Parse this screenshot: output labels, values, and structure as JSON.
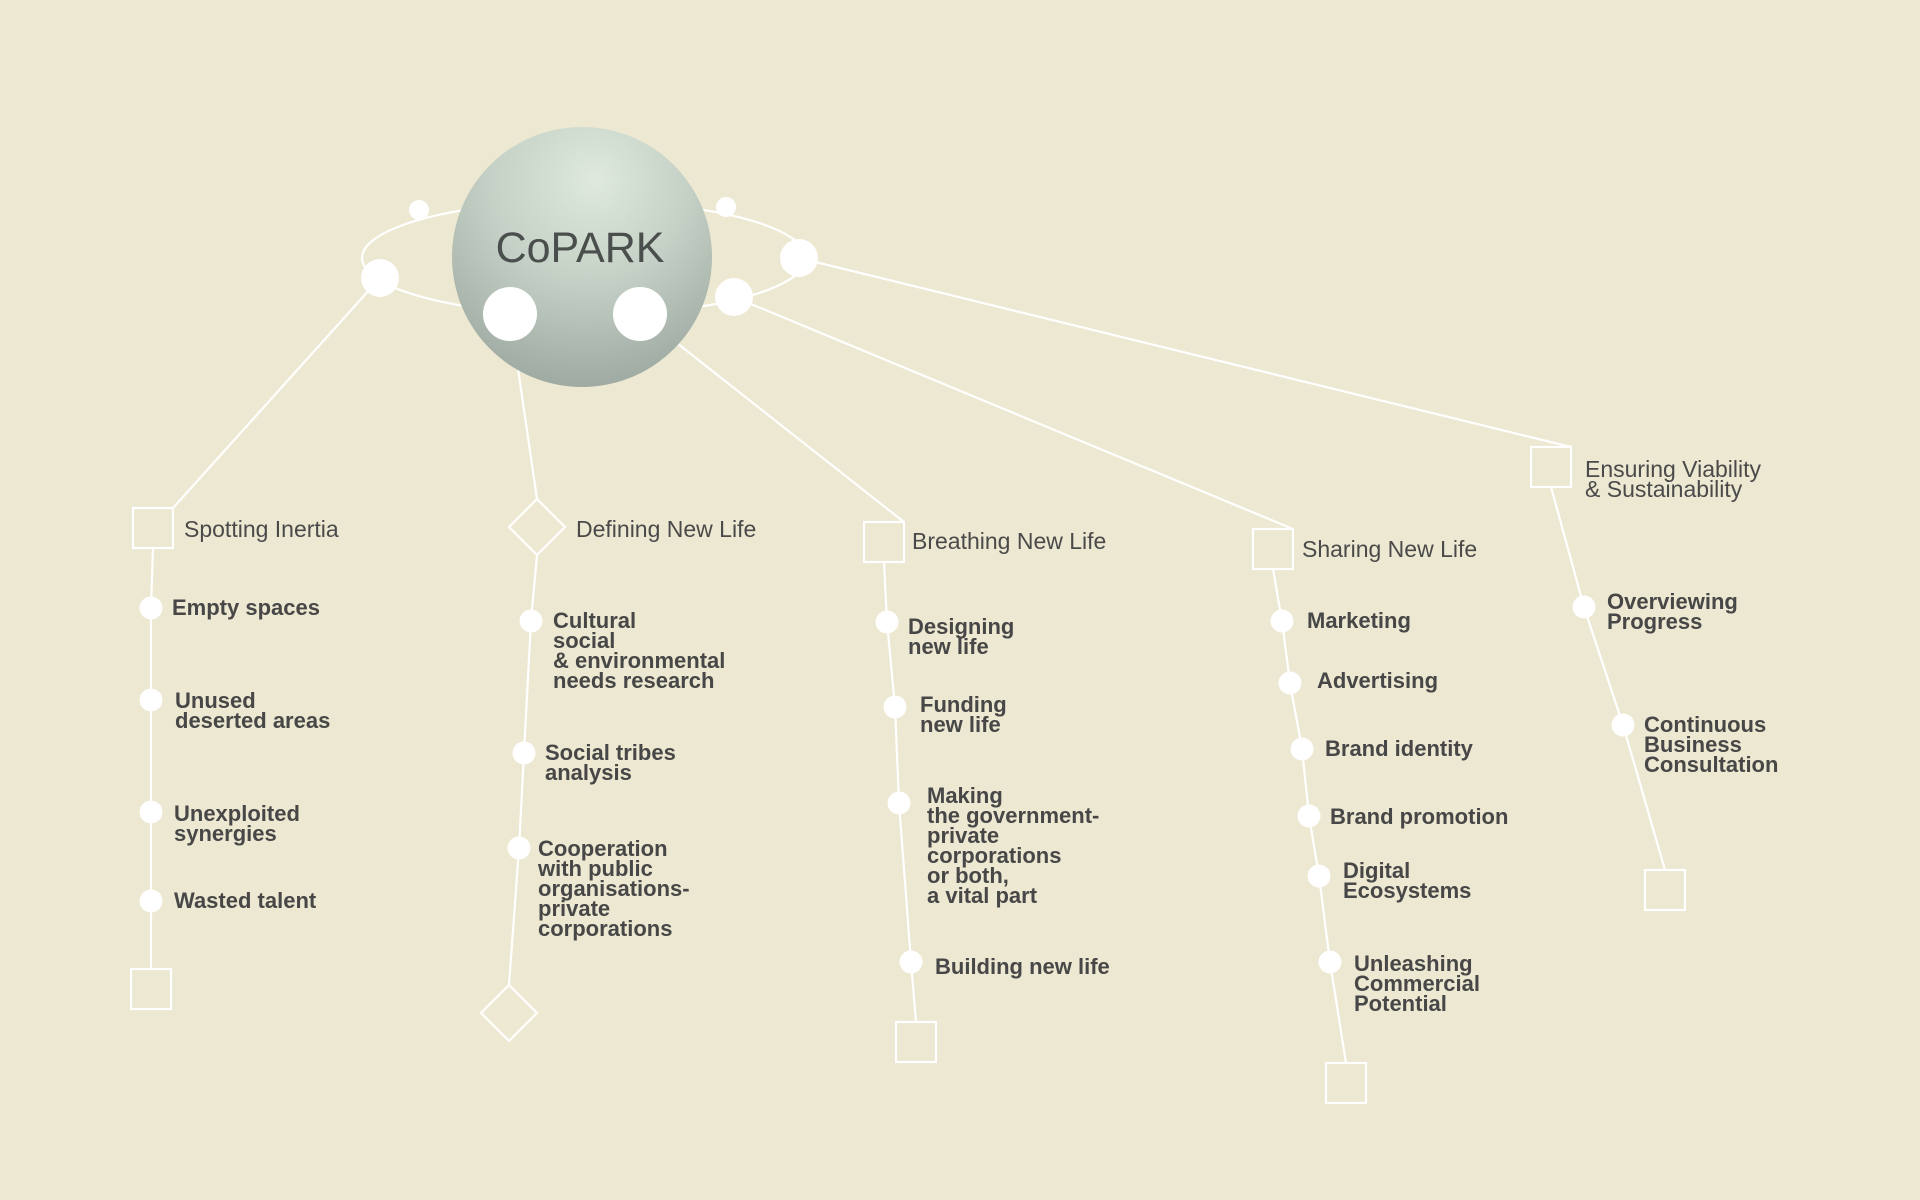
{
  "colors": {
    "background": "#ede8d1",
    "connector": "#ffffff",
    "hub_light": "#dfe9dd",
    "hub_dark": "#98a49c",
    "text": "#474747"
  },
  "hub": {
    "title": "CoPARK"
  },
  "branches": [
    {
      "title": [
        "Spotting Inertia"
      ],
      "marker": "square",
      "items": [
        [
          "Empty spaces"
        ],
        [
          "Unused",
          "deserted areas"
        ],
        [
          "Unexploited",
          "synergies"
        ],
        [
          "Wasted talent"
        ]
      ]
    },
    {
      "title": [
        "Defining New Life"
      ],
      "marker": "diamond",
      "items": [
        [
          "Cultural",
          "social",
          "& environmental",
          "needs research"
        ],
        [
          "Social tribes",
          "analysis"
        ],
        [
          "Cooperation",
          "with public",
          "organisations-",
          "private",
          "corporations"
        ]
      ]
    },
    {
      "title": [
        "Breathing New Life"
      ],
      "marker": "square",
      "items": [
        [
          "Designing",
          "new life"
        ],
        [
          "Funding",
          "new life"
        ],
        [
          "Making",
          "the government-",
          "private",
          "corporations",
          "or both,",
          "a vital part"
        ],
        [
          "Building new life"
        ]
      ]
    },
    {
      "title": [
        "Sharing New Life"
      ],
      "marker": "square",
      "items": [
        [
          "Marketing"
        ],
        [
          "Advertising"
        ],
        [
          "Brand identity"
        ],
        [
          "Brand promotion"
        ],
        [
          "Digital",
          "Ecosystems"
        ],
        [
          "Unleashing",
          "Commercial",
          "Potential"
        ]
      ]
    },
    {
      "title": [
        "Ensuring Viability",
        "& Sustainability"
      ],
      "marker": "square",
      "items": [
        [
          "Overviewing",
          "Progress"
        ],
        [
          "Continuous",
          "Business",
          "Consultation"
        ]
      ]
    }
  ]
}
